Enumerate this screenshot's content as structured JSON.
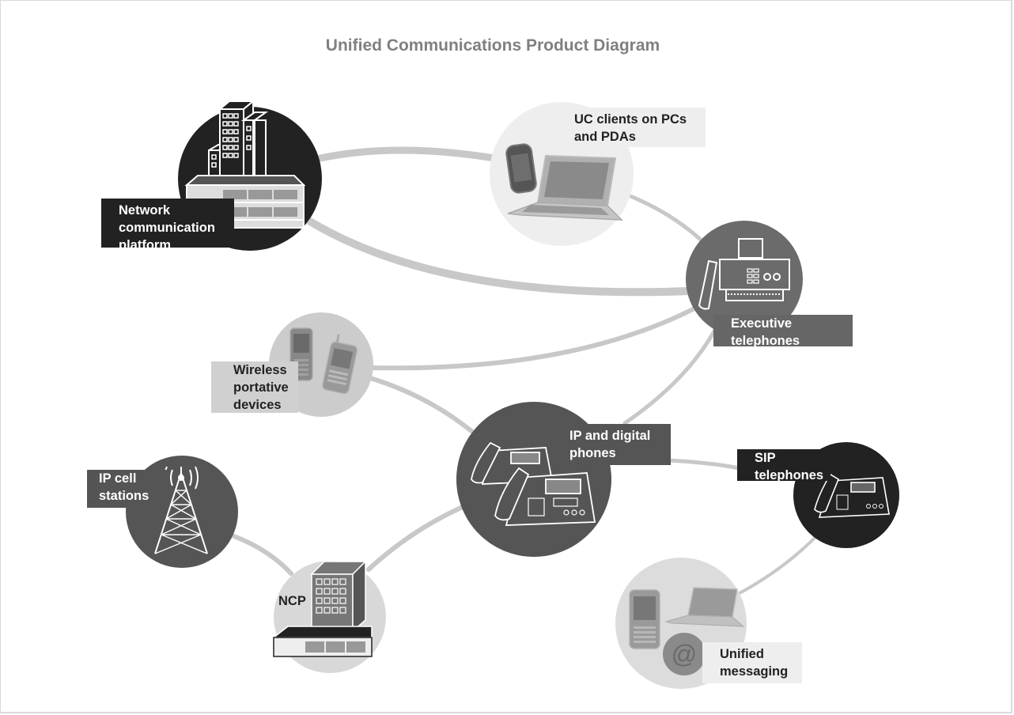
{
  "title": "Unified Communications Product Diagram",
  "colors": {
    "title_text": "#808080",
    "connector": "#c8c8c8",
    "node_black": "#222222",
    "node_dark": "#555555",
    "node_gray": "#6b6b6b",
    "node_light": "#cccccc",
    "node_lighter": "#eeeeee"
  },
  "nodes": [
    {
      "id": "network-platform",
      "label_lines": [
        "Network",
        "communication",
        "platform"
      ],
      "icon": "buildings-and-switch-icon",
      "tone": "black"
    },
    {
      "id": "uc-clients",
      "label_lines": [
        "UC clients on PCs",
        "and PDAs"
      ],
      "icon": "laptop-and-pda-icon",
      "tone": "lighter"
    },
    {
      "id": "executive-telephones",
      "label_lines": [
        "Executive",
        "telephones"
      ],
      "icon": "fax-phone-icon",
      "tone": "gray"
    },
    {
      "id": "wireless-devices",
      "label_lines": [
        "Wireless",
        "portative",
        "devices"
      ],
      "icon": "mobile-phones-icon",
      "tone": "light"
    },
    {
      "id": "ip-digital-phones",
      "label_lines": [
        "IP and digital",
        "phones"
      ],
      "icon": "desk-phones-icon",
      "tone": "dark"
    },
    {
      "id": "sip-telephones",
      "label_lines": [
        "SIP",
        "telephones"
      ],
      "icon": "desk-phone-icon",
      "tone": "black"
    },
    {
      "id": "ip-cell-stations",
      "label_lines": [
        "IP cell",
        "stations"
      ],
      "icon": "cell-tower-icon",
      "tone": "dark"
    },
    {
      "id": "ncp",
      "label_lines": [
        "NCP"
      ],
      "icon": "building-and-switch-icon",
      "tone": "light"
    },
    {
      "id": "unified-messaging",
      "label_lines": [
        "Unified",
        "messaging"
      ],
      "icon": "phone-laptop-email-icon",
      "tone": "light"
    }
  ],
  "connections": [
    [
      "network-platform",
      "uc-clients"
    ],
    [
      "network-platform",
      "executive-telephones"
    ],
    [
      "uc-clients",
      "executive-telephones"
    ],
    [
      "wireless-devices",
      "executive-telephones"
    ],
    [
      "wireless-devices",
      "ip-digital-phones"
    ],
    [
      "ip-digital-phones",
      "executive-telephones"
    ],
    [
      "ip-digital-phones",
      "sip-telephones"
    ],
    [
      "ip-digital-phones",
      "ncp"
    ],
    [
      "ip-cell-stations",
      "ncp"
    ],
    [
      "sip-telephones",
      "unified-messaging"
    ]
  ]
}
